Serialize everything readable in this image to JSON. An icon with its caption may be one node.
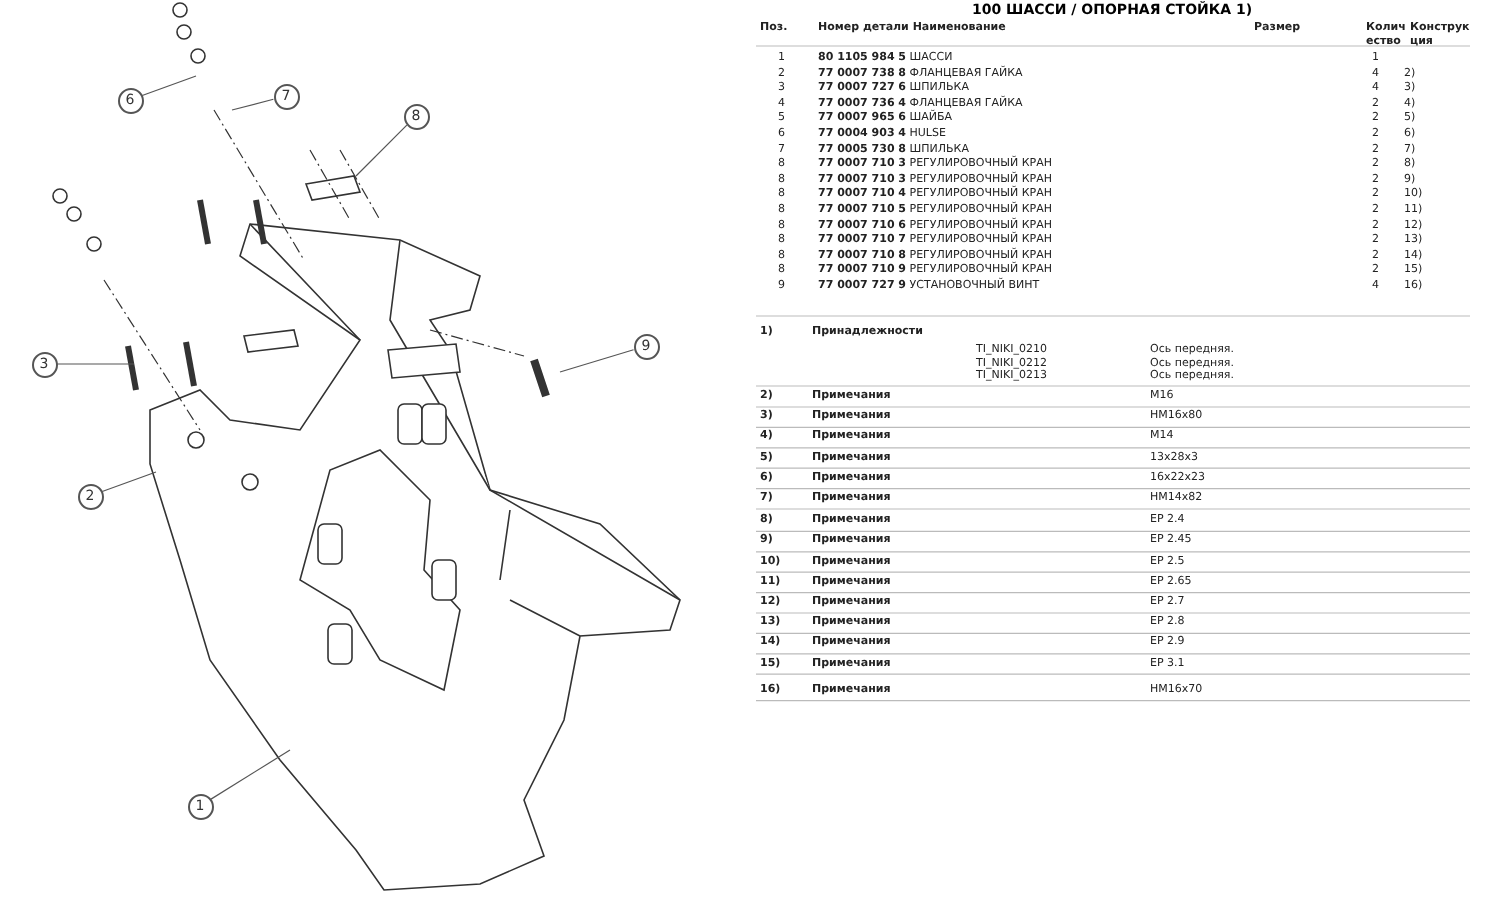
{
  "diagram": {
    "title": "100 ШАССИ / ОПОРНАЯ СТОЙКА 1)",
    "nodes": [
      {
        "text": [
          "7"
        ]
      },
      {
        "text": [
          "6"
        ]
      },
      {
        "text": [
          "8"
        ]
      },
      {
        "text": [
          "9"
        ]
      },
      {
        "text": [
          "3"
        ]
      },
      {
        "text": [
          "2"
        ]
      },
      {
        "text": [
          "1"
        ]
      }
    ],
    "edges": [
      {
        "from": 0,
        "to": null,
        "arrow": "none"
      },
      {
        "from": 1,
        "to": null,
        "arrow": "none"
      },
      {
        "from": 2,
        "to": null,
        "arrow": "none"
      },
      {
        "from": 3,
        "to": null,
        "arrow": "none"
      },
      {
        "from": 4,
        "to": null,
        "arrow": "none"
      },
      {
        "from": 5,
        "to": null,
        "arrow": "none"
      },
      {
        "from": 6,
        "to": null,
        "arrow": "none"
      }
    ],
    "labels": [
      "Поз.",
      "Номер детали Наименование",
      "Размер",
      "Количество",
      "Конструкция",
      "1",
      "**80 1105 984 5** ШАССИ",
      "1",
      "2",
      "**77 0007 738 8** ФЛАНЦЕВАЯ ГАЙКА",
      "4",
      "2)",
      "3",
      "**77 0007 727 6** ШПИЛЬКА",
      "4",
      "3)",
      "4",
      "**77 0007 736 4** ФЛАНЦЕВАЯ ГАЙКА",
      "2",
      "4)",
      "5",
      "**77 0007 965 6** ШАЙБА",
      "2",
      "5)",
      "6",
      "**77 0004 903 4** HULSE",
      "2",
      "6)",
      "7",
      "**77 0005 730 8** ШПИЛЬКА",
      "2",
      "7)",
      "8",
      "**77 0007 710 3** РЕГУЛИРОВОЧНЫЙ КРАН",
      "2",
      "8)",
      "8",
      "**77 0007 710 3** РЕГУЛИРОВОЧНЫЙ КРАН",
      "2",
      "9)",
      "8",
      "**77 0007 710 4** РЕГУЛИРОВОЧНЫЙ КРАН",
      "2",
      "10)",
      "8",
      "**77 0007 710 5** РЕГУЛИРОВОЧНЫЙ КРАН",
      "2",
      "11)",
      "8",
      "**77 0007 710 6** РЕГУЛИРОВОЧНЫЙ КРАН",
      "2",
      "12)",
      "8",
      "**77 0007 710 7** РЕГУЛИРОВОЧНЫЙ КРАН",
      "2",
      "13)",
      "8",
      "**77 0007 710 8** РЕГУЛИРОВОЧНЫЙ КРАН",
      "2",
      "14)",
      "8",
      "**77 0007 710 9** РЕГУЛИРОВОЧНЫЙ КРАН",
      "2",
      "15)",
      "9",
      "**77 0007 727 9** УСТАНОВОЧНЫЙ ВИНТ",
      "4",
      "16)",
      "1)",
      "Принадлежности",
      "TI_NIKI_0210",
      "Ось передняя.",
      "TI_NIKI_0212",
      "Ось передняя.",
      "TI_NIKI_0213",
      "Ось передняя.",
      "2)",
      "Примечания",
      "M16",
      "3)",
      "Примечания",
      "HM16x80",
      "4)",
      "Примечания",
      "M14",
      "5)",
      "Примечания",
      "13x28x3",
      "6)",
      "Примечания",
      "16x22x23",
      "7)",
      "Примечания",
      "HM14x82",
      "8)",
      "Примечания",
      "EP 2.4",
      "9)",
      "Примечания",
      "EP 2.45",
      "10)",
      "Примечания",
      "EP 2.5",
      "11)",
      "Примечания",
      "EP 2.65",
      "12)",
      "Примечания",
      "EP 2.7",
      "13)",
      "Примечания",
      "EP 2.8",
      "14)",
      "Примечания",
      "EP 2.9",
      "15)",
      "Примечания",
      "EP 3.1",
      "16)",
      "Примечания",
      "HM16x70"
    ]
  }
}
